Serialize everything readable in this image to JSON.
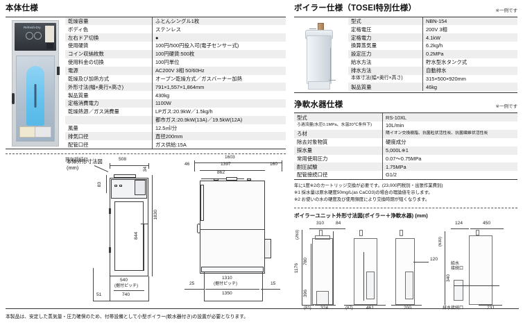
{
  "body_spec": {
    "title": "本体仕様",
    "rows": [
      {
        "key": "乾燥容量",
        "value": "ふとんシングル1枚"
      },
      {
        "key": "ボディ色",
        "value": "ステンレス"
      },
      {
        "key": "左右ドア切換",
        "value": "●"
      },
      {
        "key": "使用硬貨",
        "value": "100円/500円投入可(電子センサー式)"
      },
      {
        "key": "コイン収納枚数",
        "value": "100円硬貨:500枚"
      },
      {
        "key": "使用料金の切換",
        "value": "100円単位"
      },
      {
        "key": "電源",
        "value": "AC200V 3相 50/60Hz"
      },
      {
        "key": "乾燥及び加熱方式",
        "value": "オープン乾燥方式／ガスバーナー加熱"
      },
      {
        "key": "外形寸法(幅×奥行×高さ)",
        "value": "791×1,557×1,864mm"
      },
      {
        "key": "製品質量",
        "value": "430kg"
      },
      {
        "key": "定格消費電力",
        "value": "1100W"
      },
      {
        "key": "乾燥熱源／ガス消費量",
        "value": "LPガス:20.9kW／1.5kg/h"
      },
      {
        "key": "",
        "value": "都市ガス:20.9kW(13A)／19.5kW(12A)"
      },
      {
        "key": "風量",
        "value": "12.5㎥/分"
      },
      {
        "key": "排気口径",
        "value": "直径200mm"
      },
      {
        "key": "配管口径",
        "value": "ガス供給:15A"
      }
    ]
  },
  "boiler_spec": {
    "title": "ボイラー仕様（TOSEI特別仕様）",
    "note": "※一例です",
    "rows": [
      {
        "key": "型式",
        "value": "NBN-154"
      },
      {
        "key": "定格電圧",
        "value": "200V 3相"
      },
      {
        "key": "定格電力",
        "value": "4.1kW"
      },
      {
        "key": "換算蒸気量",
        "value": "6.2kg/h"
      },
      {
        "key": "設定圧力",
        "value": "0.2MPa"
      },
      {
        "key": "給水方法",
        "value": "貯水型水タンク式"
      },
      {
        "key": "排水方法",
        "value": "自動排水"
      },
      {
        "key": "本体寸法(幅×奥行×高さ)",
        "value": "315×500×920mm"
      },
      {
        "key": "製品質量",
        "value": "46kg"
      }
    ]
  },
  "softener_spec": {
    "title": "浄軟水器仕様",
    "note": "※一例です",
    "rows": [
      {
        "key": "型式",
        "value": "RS-10XL"
      },
      {
        "key": "ろ過流量(水圧0.1MPa、水温20℃条件下)",
        "value": "10L/min"
      },
      {
        "key": "ろ材",
        "value": "陽イオン交換樹脂、抗菌粒状活性炭、抗菌繊維状活性炭"
      },
      {
        "key": "除去対象物質",
        "value": "硬度成分"
      },
      {
        "key": "採水量",
        "value": "5,000L※1"
      },
      {
        "key": "常用使用圧力",
        "value": "0.07〜0.75MPa"
      },
      {
        "key": "耐圧試験",
        "value": "1.75MPa"
      },
      {
        "key": "配管接続口径",
        "value": "G1/2"
      }
    ],
    "footnotes": [
      "年に1度※2のカートリッジ交換が必要です。(23,000円税別・出張作業費別)",
      "※1 採水量は原水硬度50mg/L(as CaCO3)の場合の理論値を示します。",
      "※2 お使いの水の硬度及び使用頻度により交換時期が短くなります。"
    ]
  },
  "body_drawing": {
    "title_line1": "本体外形寸法図",
    "title_line2": "(mm)",
    "callout_exhaust": "排気接続口",
    "front": {
      "top_width": "508",
      "top_small": "34",
      "left_height": "83",
      "total_height": "1830",
      "door_height": "844",
      "pitch": "540",
      "pitch_label": "(据付ピッチ)",
      "base_width": "740",
      "left_offset": "51"
    },
    "side": {
      "overall": "1603",
      "inner": "1397",
      "right_offset": "160",
      "left_offset": "46",
      "top_part": "862",
      "pitch": "1310",
      "pitch_label": "(据付ピッチ)",
      "base_width": "1350",
      "left_margin": "25",
      "right_margin": "15"
    }
  },
  "boiler_drawing": {
    "title": "ボイラーユニット外形寸法図(ボイラー＋浄軟水器) (mm)",
    "dims": {
      "d310": "310",
      "d84": "84",
      "d263": "(263)",
      "d780": "780",
      "d1176": "1176",
      "d396": "396",
      "d81": "(81)",
      "d324": "324",
      "d87": "(87)",
      "d461": "461",
      "d200": "200",
      "d120": "120",
      "d124": "124",
      "d450": "450",
      "d630": "(630)",
      "d340": "340",
      "d231": "231",
      "label_supply": "給水\n接続口",
      "label_supply_1": "給水",
      "label_supply_2": "接続口",
      "label_drain": "排水接続口"
    }
  },
  "footer": {
    "note": "本製品は、安定した蒸気量・圧力確保のため、付帯設備として小型ボイラー(軟水器付き)の設置が必要となります。"
  }
}
